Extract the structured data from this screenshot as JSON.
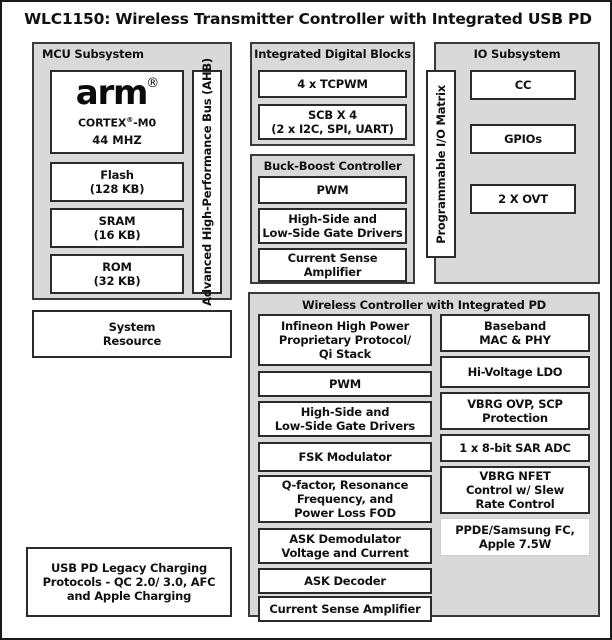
{
  "title": "WLC1150: Wireless Transmitter Controller with Integrated USB PD",
  "colors": {
    "panel_fill": "#d9d9d9",
    "block_fill": "#ffffff",
    "border": "#2b2b2b",
    "text": "#111111"
  },
  "mcu_subsystem": {
    "title": "MCU Subsystem",
    "core": {
      "wordmark": "arm",
      "registered_mark": "®",
      "cortex_prefix": "CORTEX",
      "cortex_suffix": "-M0",
      "frequency": "44 MHZ"
    },
    "memories": [
      {
        "name": "Flash",
        "size": "(128 KB)"
      },
      {
        "name": "SRAM",
        "size": "(16 KB)"
      },
      {
        "name": "ROM",
        "size": "(32 KB)"
      }
    ],
    "bus_label": "Advanced High-Performance Bus (AHB)"
  },
  "system_resource": {
    "line1": "System",
    "line2": "Resource"
  },
  "usb_pd_legacy": {
    "line1": "USB PD  Legacy Charging",
    "line2": "Protocols - QC 2.0/ 3.0, AFC",
    "line3": "and Apple Charging"
  },
  "integrated_digital_blocks": {
    "title": "Integrated Digital Blocks",
    "blocks": [
      {
        "line1": "4 x TCPWM",
        "line2": ""
      },
      {
        "line1": "SCB X 4",
        "line2": "(2 x I2C, SPI, UART)"
      }
    ]
  },
  "buck_boost_controller": {
    "title": "Buck-Boost Controller",
    "blocks": [
      {
        "line1": "PWM",
        "line2": ""
      },
      {
        "line1": "High-Side and",
        "line2": "Low-Side Gate Drivers"
      },
      {
        "line1": "Current Sense",
        "line2": "Amplifier"
      }
    ]
  },
  "io_subsystem": {
    "title": "IO Subsystem",
    "matrix_label": "Programmable I/O Matrix",
    "blocks": [
      {
        "label": "CC"
      },
      {
        "label": "GPIOs"
      },
      {
        "label": "2 X OVT"
      }
    ]
  },
  "wireless_controller": {
    "title": "Wireless Controller with Integrated PD",
    "left_blocks": [
      {
        "line1": "Infineon High Power",
        "line2": "Proprietary Protocol/",
        "line3": "Qi Stack"
      },
      {
        "line1": "PWM",
        "line2": "",
        "line3": ""
      },
      {
        "line1": "High-Side and",
        "line2": "Low-Side Gate Drivers",
        "line3": ""
      },
      {
        "line1": "FSK Modulator",
        "line2": "",
        "line3": ""
      },
      {
        "line1": "Q-factor, Resonance",
        "line2": "Frequency, and",
        "line3": "Power Loss FOD"
      },
      {
        "line1": "ASK Demodulator",
        "line2": "Voltage and Current",
        "line3": ""
      },
      {
        "line1": "ASK Decoder",
        "line2": "",
        "line3": ""
      },
      {
        "line1": "Current Sense Amplifier",
        "line2": "",
        "line3": ""
      }
    ],
    "right_blocks": [
      {
        "line1": "Baseband",
        "line2": "MAC & PHY",
        "line3": "",
        "style": "normal"
      },
      {
        "line1": "Hi-Voltage LDO",
        "line2": "",
        "line3": "",
        "style": "normal"
      },
      {
        "line1": "VBRG OVP, SCP",
        "line2": "Protection",
        "line3": "",
        "style": "normal"
      },
      {
        "line1": "1 x 8-bit SAR ADC",
        "line2": "",
        "line3": "",
        "style": "normal"
      },
      {
        "line1": "VBRG NFET",
        "line2": "Control w/ Slew",
        "line3": "Rate Control",
        "style": "normal"
      },
      {
        "line1": "PPDE/Samsung FC,",
        "line2": "Apple 7.5W",
        "line3": "",
        "style": "thin"
      }
    ]
  }
}
